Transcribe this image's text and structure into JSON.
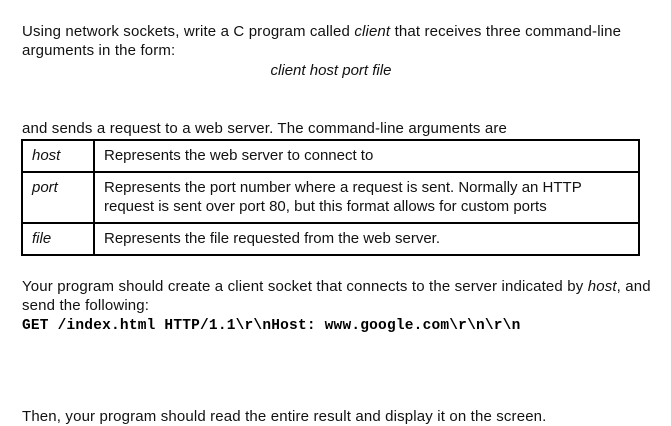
{
  "document": {
    "intro": {
      "before_term": "Using network sockets, write a C program called ",
      "term": "client",
      "after_term": " that receives three command-line arguments in the form:"
    },
    "usage_line": "client host port file",
    "lead_in": "and sends a request to a web server. The command-line arguments are",
    "arguments_table": {
      "rows": [
        {
          "name": "host",
          "description": "Represents the web server to connect to"
        },
        {
          "name": "port",
          "description": "Represents the port number where a request is sent. Normally an HTTP request is sent over port 80, but this format allows for custom ports"
        },
        {
          "name": "file",
          "description": "Represents the file requested from the web server."
        }
      ]
    },
    "instruction": {
      "before_term": "Your program should create a client socket that connects to the server indicated by ",
      "term": "host",
      "after_term": ", and send the following:"
    },
    "request_code": "GET /index.html HTTP/1.1\\r\\nHost: www.google.com\\r\\n\\r\\n",
    "closing": "Then, your program should read the entire result and display it on the screen."
  }
}
